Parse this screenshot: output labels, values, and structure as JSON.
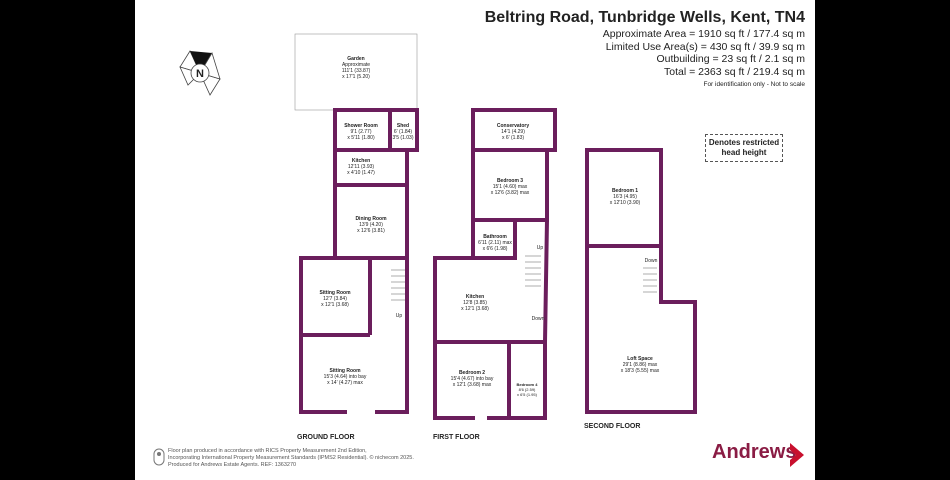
{
  "header": {
    "title": "Beltring Road, Tunbridge Wells, Kent, TN4",
    "areas": [
      "Approximate Area = 1910 sq ft / 177.4 sq m",
      "Limited Use Area(s) = 430 sq ft / 39.9 sq m",
      "Outbuilding = 23 sq ft / 2.1 sq m",
      "Total = 2363 sq ft / 219.4 sq m"
    ],
    "note": "For identification only - Not to scale"
  },
  "legend": {
    "text": "Denotes restricted head height"
  },
  "compass": {
    "letter": "N"
  },
  "rooms": {
    "garden": {
      "name": "Garden",
      "l1": "Approximate",
      "l2": "111'1 (33.87)",
      "l3": "x 17'1 (5.20)"
    },
    "shower": {
      "name": "Shower Room",
      "l1": "9'1 (2.77)",
      "l2": "x 5'11 (1.80)"
    },
    "shed": {
      "name": "Shed",
      "l1": "6' (1.84)",
      "l2": "3'5 (1.03)"
    },
    "kitchen_g": {
      "name": "Kitchen",
      "l1": "12'11 (3.93)",
      "l2": "x 4'10 (1.47)"
    },
    "dining": {
      "name": "Dining Room",
      "l1": "13'9 (4.20)",
      "l2": "x 12'6 (3.81)"
    },
    "sitting1": {
      "name": "Sitting Room",
      "l1": "12'7 (3.84)",
      "l2": "x 12'1 (3.68)"
    },
    "sitting2": {
      "name": "Sitting Room",
      "l1": "15'3 (4.64) into bay",
      "l2": "x 14' (4.27) max"
    },
    "conservatory": {
      "name": "Conservatory",
      "l1": "14'1 (4.29)",
      "l2": "x 6' (1.83)"
    },
    "bedroom3": {
      "name": "Bedroom 3",
      "l1": "15'1 (4.60) max",
      "l2": "x 12'6 (3.82) max"
    },
    "bathroom": {
      "name": "Bathroom",
      "l1": "6'11 (2.11) max",
      "l2": "x 6'6 (1.98)"
    },
    "kitchen_f": {
      "name": "Kitchen",
      "l1": "12'8 (3.85)",
      "l2": "x 12'1 (3.68)"
    },
    "bedroom2": {
      "name": "Bedroom 2",
      "l1": "15'4 (4.67) into bay",
      "l2": "x 12'1 (3.68) max"
    },
    "bedroom4": {
      "name": "Bedroom 4",
      "l1": "8'6 (2.59)",
      "l2": "x 6'5 (1.95)"
    },
    "bedroom1": {
      "name": "Bedroom 1",
      "l1": "16'3 (4.95)",
      "l2": "x 12'10 (3.90)"
    },
    "loft": {
      "name": "Loft Space",
      "l1": "29'1 (8.86) max",
      "l2": "x 18'3 (5.55) max"
    }
  },
  "stairs": {
    "up_g": "Up",
    "up_f": "Up",
    "down_f": "Down",
    "down_s": "Down"
  },
  "floors": {
    "ground": "GROUND FLOOR",
    "first": "FIRST FLOOR",
    "second": "SECOND FLOOR"
  },
  "footer": {
    "l1": "Floor plan produced in accordance with RICS Property Measurement 2nd Edition,",
    "l2": "Incorporating International Property Measurement Standards (IPMS2 Residential).  © nichecom 2025.",
    "l3": "Produced for Andrews Estate Agents.   REF:  1363270"
  },
  "brand": {
    "name": "Andrews"
  },
  "colors": {
    "wall": "#6b1e5c",
    "brand": "#8a1c44"
  }
}
